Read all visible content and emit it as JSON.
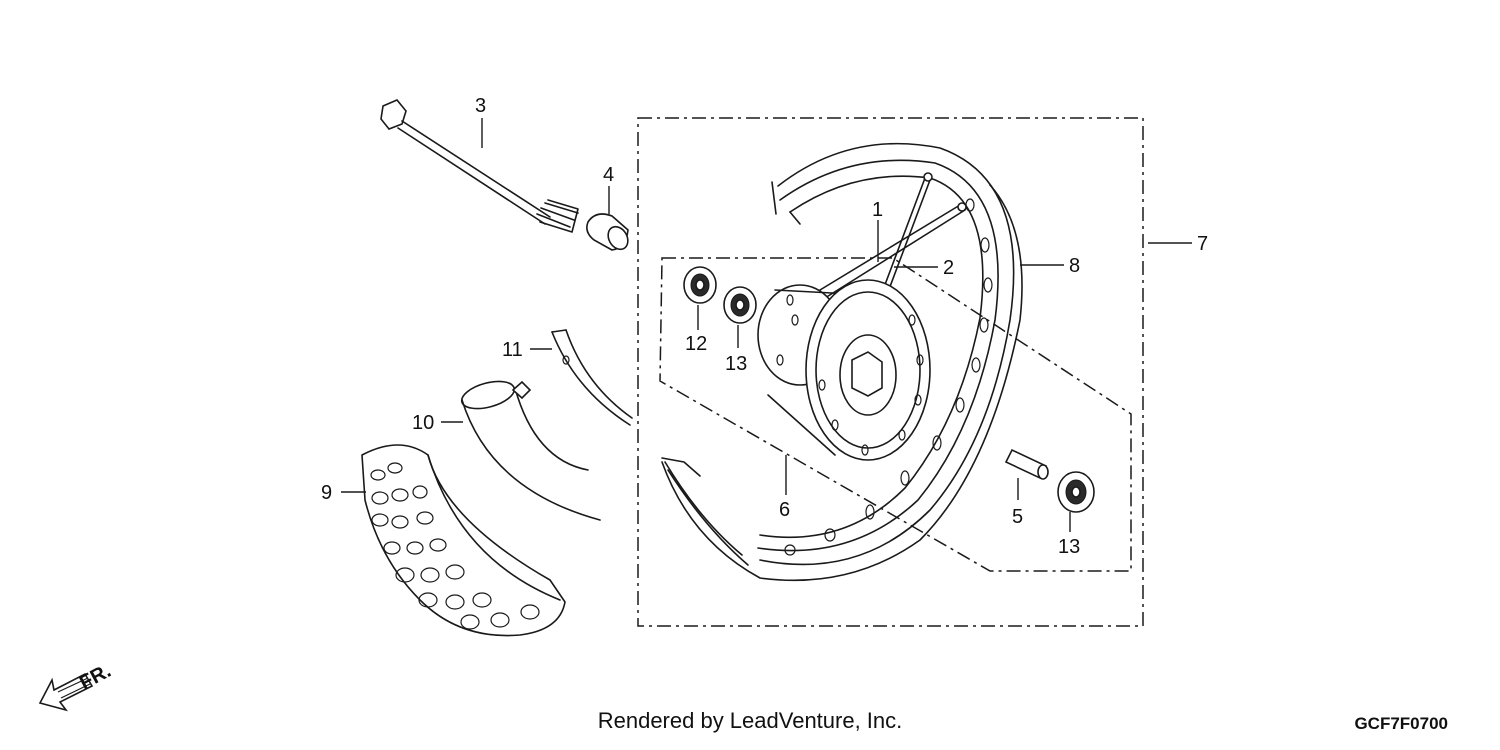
{
  "diagram": {
    "callouts": [
      {
        "id": "1",
        "label": "1"
      },
      {
        "id": "2",
        "label": "2"
      },
      {
        "id": "3",
        "label": "3"
      },
      {
        "id": "4",
        "label": "4"
      },
      {
        "id": "5",
        "label": "5"
      },
      {
        "id": "6",
        "label": "6"
      },
      {
        "id": "7",
        "label": "7"
      },
      {
        "id": "8",
        "label": "8"
      },
      {
        "id": "9",
        "label": "9"
      },
      {
        "id": "10",
        "label": "10"
      },
      {
        "id": "11",
        "label": "11"
      },
      {
        "id": "12",
        "label": "12"
      },
      {
        "id": "13a",
        "label": "13"
      },
      {
        "id": "13b",
        "label": "13"
      }
    ],
    "direction_label": "FR.",
    "credit": "Rendered by LeadVenture, Inc.",
    "diagram_code": "GCF7F0700"
  }
}
